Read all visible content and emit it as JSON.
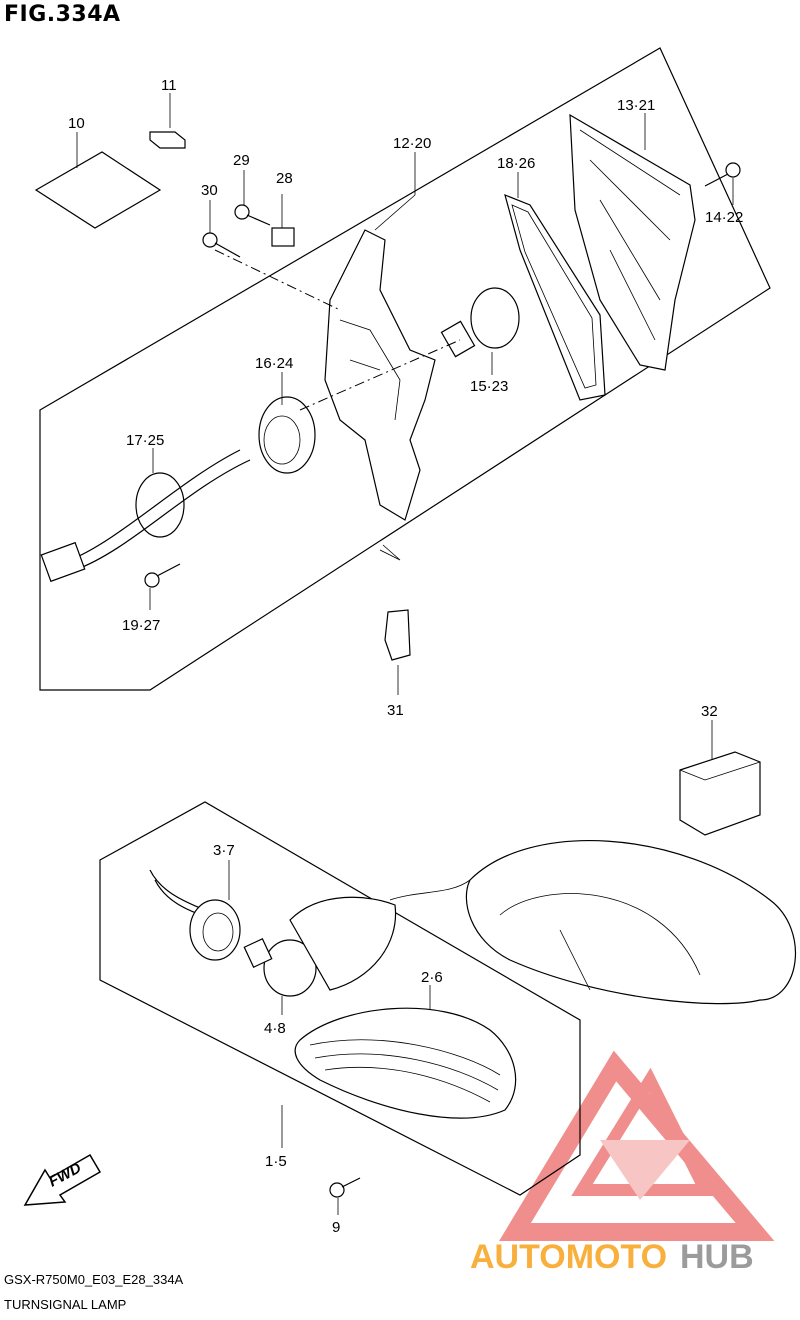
{
  "figure": {
    "title": "FIG.334A",
    "code": "GSX-R750M0_E03_E28_334A",
    "name": "TURNSIGNAL LAMP"
  },
  "callouts": {
    "c10": "10",
    "c11": "11",
    "c30": "30",
    "c29": "29",
    "c28": "28",
    "c12_20": "12·20",
    "c18_26": "18·26",
    "c13_21": "13·21",
    "c14_22": "14·22",
    "c16_24": "16·24",
    "c15_23": "15·23",
    "c17_25": "17·25",
    "c19_27": "19·27",
    "c31": "31",
    "c32": "32",
    "c3_7": "3·7",
    "c2_6": "2·6",
    "c4_8": "4·8",
    "c1_5": "1·5",
    "c9": "9"
  },
  "fwd_arrow": {
    "label": "FWD"
  },
  "watermark": {
    "text_orange": "AUTOMOTO",
    "text_grey": "HUB",
    "logo_color": "#e8534f",
    "orange": "#f7a21b",
    "grey": "#8a8a8a"
  }
}
